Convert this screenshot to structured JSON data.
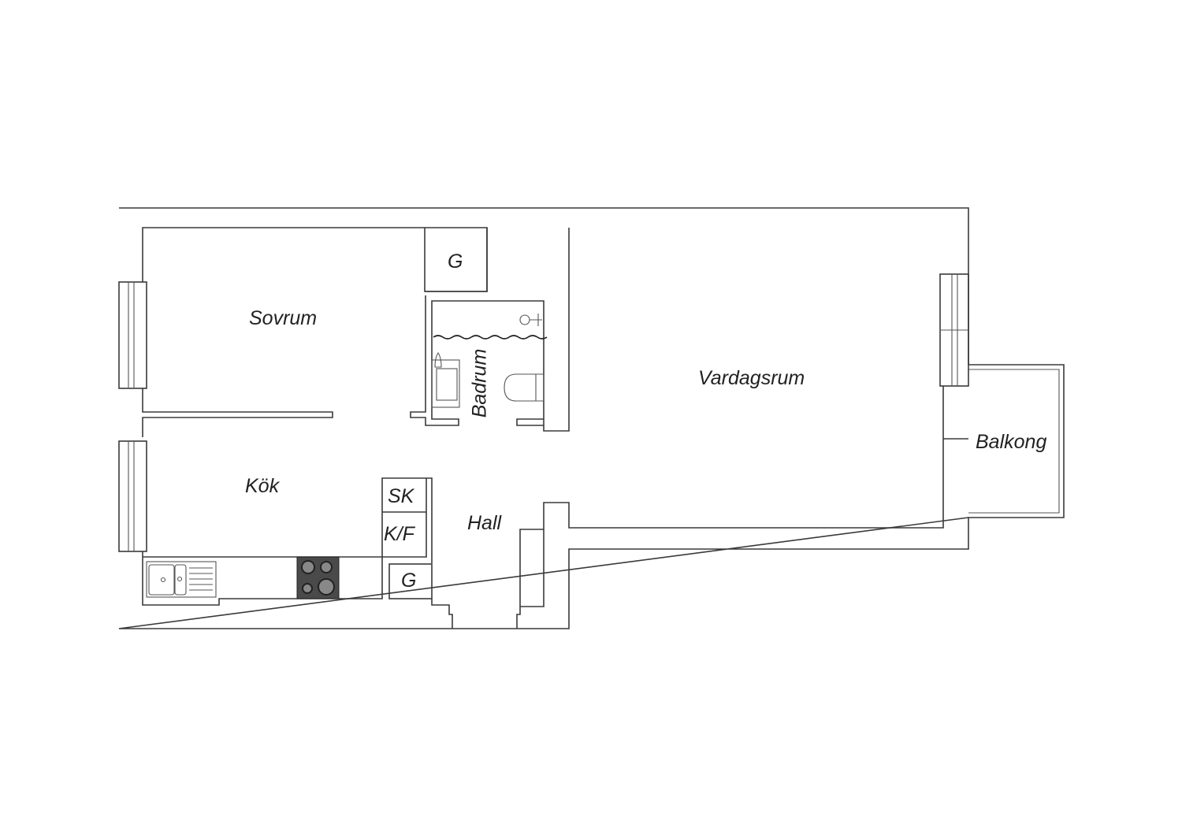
{
  "floor_plan": {
    "rooms": {
      "sovrum": "Sovrum",
      "kok": "Kök",
      "hall": "Hall",
      "badrum": "Badrum",
      "vardagsrum": "Vardagsrum",
      "balkong": "Balkong"
    },
    "fixtures": {
      "closet_hall": "G",
      "closet_kitchen": "G",
      "cabinet_sk": "SK",
      "fridge_freezer": "K/F"
    },
    "colors": {
      "wall": "#3a3a3a",
      "stove": "#4a4a4a",
      "background": "#ffffff"
    }
  }
}
